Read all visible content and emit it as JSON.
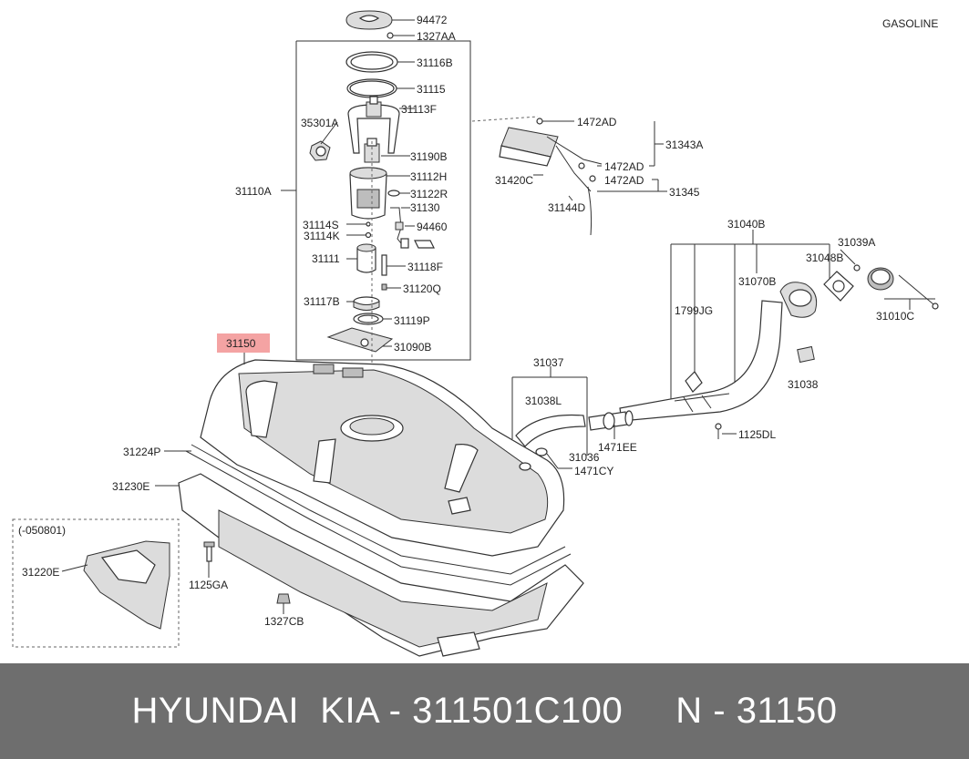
{
  "diagram": {
    "fuel_type": "GASOLINE",
    "highlight_color": "#f4a3a3",
    "labels": {
      "p94472": "94472",
      "p1327AA": "1327AA",
      "p31116B": "31116B",
      "p31115": "31115",
      "p31113F": "31113F",
      "p35301A": "35301A",
      "p31190B": "31190B",
      "p31112H": "31112H",
      "p31110A": "31110A",
      "p31122R": "31122R",
      "p31130": "31130",
      "p31114S": "31114S",
      "p94460": "94460",
      "p31114K": "31114K",
      "p31111": "31111",
      "p31118F": "31118F",
      "p31120Q": "31120Q",
      "p31117B": "31117B",
      "p31119P": "31119P",
      "p31090B": "31090B",
      "p31150": "31150",
      "p1472AD_a": "1472AD",
      "p31343A": "31343A",
      "p31420C": "31420C",
      "p1472AD_b": "1472AD",
      "p1472AD_c": "1472AD",
      "p31345": "31345",
      "p31144D": "31144D",
      "p31040B": "31040B",
      "p31039A": "31039A",
      "p31048B": "31048B",
      "p31070B": "31070B",
      "p31010C": "31010C",
      "p1799JG": "1799JG",
      "p31038": "31038",
      "p31037": "31037",
      "p31038L": "31038L",
      "p1471EE": "1471EE",
      "p1125DL": "1125DL",
      "p31036": "31036",
      "p1471CY": "1471CY",
      "p31224P": "31224P",
      "p31230E": "31230E",
      "p050801": "(-050801)",
      "p31220E": "31220E",
      "p1125GA": "1125GA",
      "p1327CB": "1327CB"
    }
  },
  "footer": {
    "text": "HYUNDAI  KIA - 311501C100     N - 31150"
  }
}
